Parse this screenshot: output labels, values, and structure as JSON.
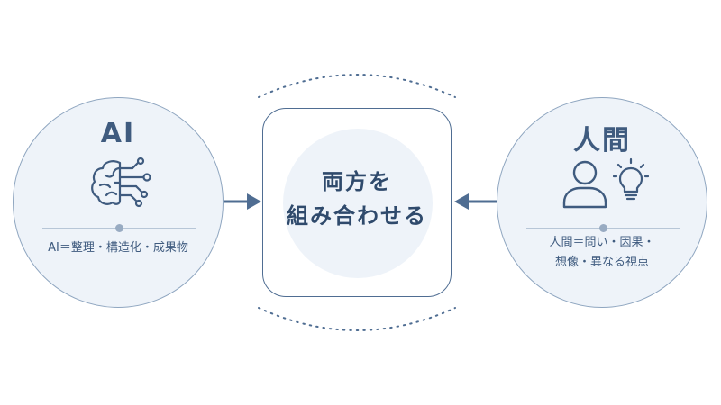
{
  "left": {
    "title": "AI",
    "icon": "brain-circuit-icon",
    "description": "AI＝整理・構造化・成果物"
  },
  "right": {
    "title": "人間",
    "icons": [
      "person-icon",
      "lightbulb-icon"
    ],
    "description_line1": "人間＝問い・因果・",
    "description_line2": "想像・異なる視点"
  },
  "center": {
    "line1": "両方を",
    "line2": "組み合わせる"
  },
  "colors": {
    "accent": "#4f6d92",
    "circle_fill": "#eef3f9",
    "text": "#3f5b7f"
  }
}
